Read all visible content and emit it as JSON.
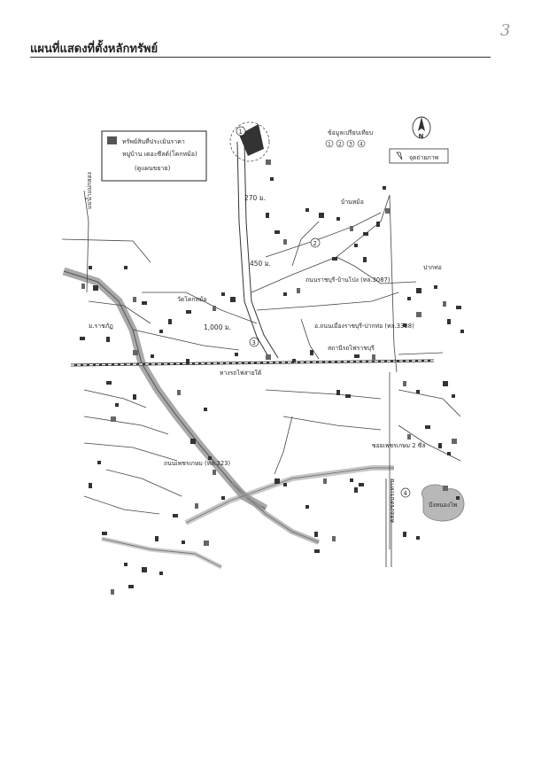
{
  "page_number": "3",
  "page_title": "แผนที่แสดงที่ตั้งหลักทรัพย์",
  "legend": {
    "subject_label": "ทรัพย์สินที่ประเมินราคา",
    "subject_name": "หมู่บ้าน เดอะซีลด์(โคกหม้อ)",
    "subject_note": "(ดูแผนขยาย)"
  },
  "scale_label": "ข้อมูลเปรียบเทียบ",
  "comparables": [
    "1",
    "2",
    "3",
    "4"
  ],
  "photo_point_label": "จุดถ่ายภาพ",
  "north_label": "N",
  "distances": [
    "270 ม.",
    "450 ม.",
    "1,000 ม."
  ],
  "road_labels": {
    "highway": "อ.ถนนเมืองราชบุรี-ปากท่อ (ทล.3338)",
    "railway": "ทางรถไฟสายใต้",
    "bypass": "ถนนเพชรเกษม (ทล.323)",
    "river": "แม่น้ำแม่กลอง",
    "district_road": "ถนนราชบุรี-บ้านโป่ง (ทล.3087)",
    "soi": "ซอยเพชรเกษม 2 ซีล",
    "canal": "คลองชลประทาน"
  },
  "place_labels": [
    "วัดโคกหม้อ",
    "สถานีรถไฟราชบุรี",
    "บ้านหม้อ",
    "ปากท่อ",
    "ม.ราชภัฏ",
    "บึงหนองโพ"
  ]
}
